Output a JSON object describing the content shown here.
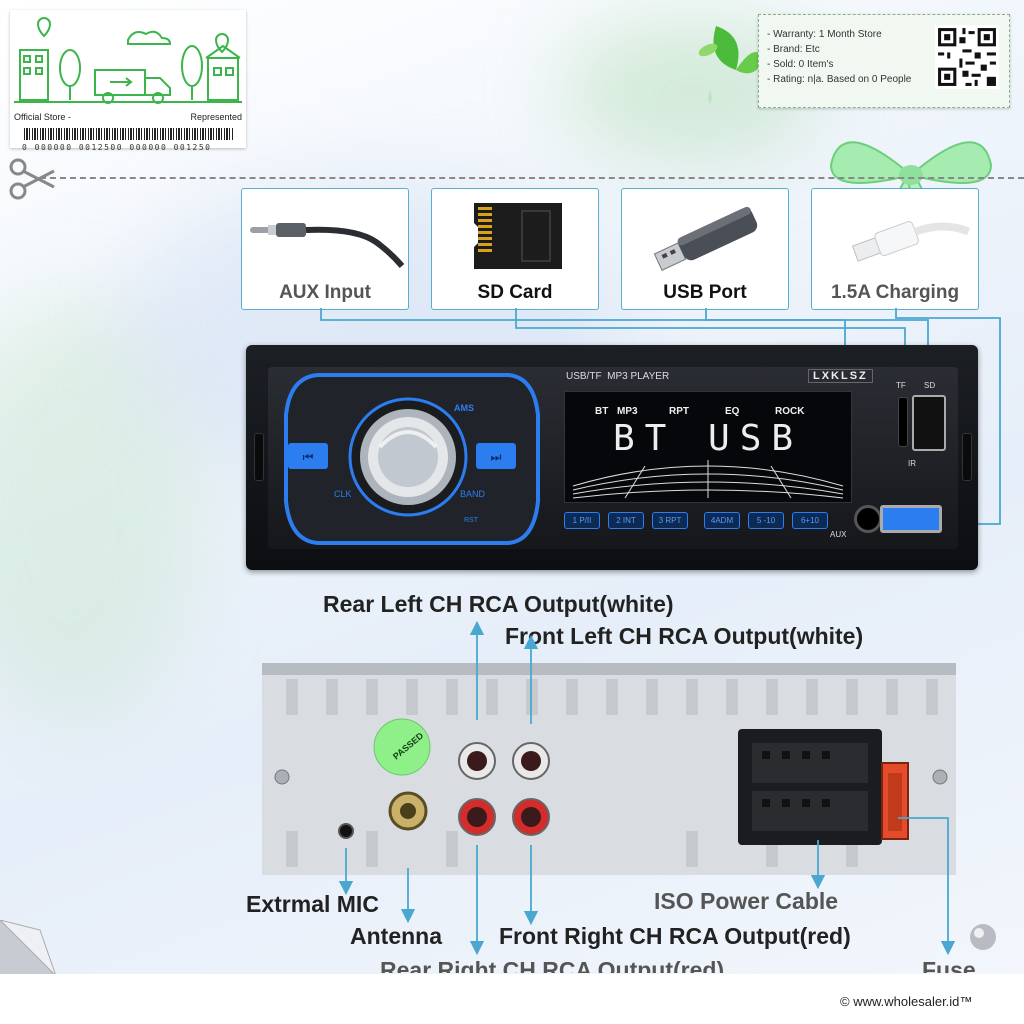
{
  "store_card": {
    "left_label": "Official Store -",
    "right_label": "Represented",
    "barcode_number": "0 000000 0012500 000000 001250"
  },
  "info_box": {
    "items": [
      "- Warranty: 1 Month Store",
      "- Brand: Etc",
      "- Sold: 0 Item's",
      "- Rating: n|a. Based on 0 People"
    ]
  },
  "ports": [
    {
      "label": "AUX Input",
      "icon": "aux-cable-icon"
    },
    {
      "label": "SD Card",
      "icon": "sd-card-icon"
    },
    {
      "label": "USB Port",
      "icon": "usb-stick-icon"
    },
    {
      "label": "1.5A Charging",
      "icon": "usb-cable-icon"
    }
  ],
  "radio": {
    "header": "USB/TF  MP3 PLAYER",
    "brand": "LXKLSZ",
    "lcd_indicators": [
      "BT",
      "MP3",
      "RPT",
      "EQ",
      "ROCK"
    ],
    "lcd_text": "BT USB",
    "knob_labels": [
      "AMS",
      "CLK",
      "BAND",
      "RST"
    ],
    "presets": [
      "1 P/II",
      "2 INT",
      "3 RPT",
      "4ADM",
      "5 -10",
      "6+10"
    ],
    "tf_label": "TF",
    "sd_label": "SD",
    "ir_label": "IR",
    "aux_label": "AUX"
  },
  "connections": {
    "rear_left": "Rear Left CH RCA Output(white)",
    "front_left": "Front Left CH RCA Output(white)",
    "ext_mic": "Extrmal MIC",
    "antenna": "Antenna",
    "iso_power": "ISO Power Cable",
    "front_right": "Front Right CH RCA Output(red)",
    "rear_right": "Rear Right CH RCA Output(red)",
    "fuse": "Fuse"
  },
  "qc_sticker": "PASSED",
  "footer": "© www.wholesaler.id™",
  "colors": {
    "accent_blue": "#2c7ef0",
    "line_blue": "#4aa8d0",
    "brand_green": "#3cb54a"
  }
}
